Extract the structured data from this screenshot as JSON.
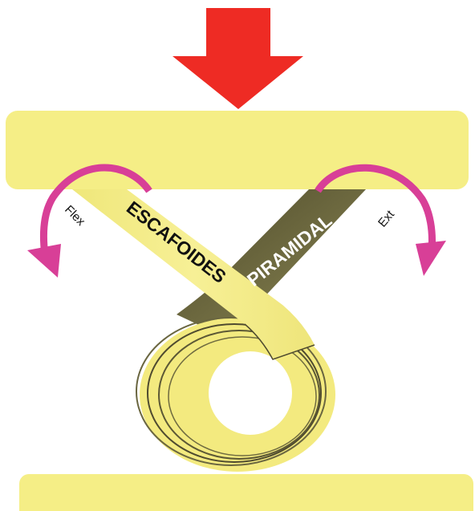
{
  "labels": {
    "scaphoid": "ESCAFOIDES",
    "triquetrum": "PIRAMIDAL",
    "flexion": "Flex",
    "extension": "Ext"
  },
  "colors": {
    "force_arrow": "#ee2b24",
    "bone_yellow": "#f5ee86",
    "bone_dark": "#6d6a3b",
    "rotation_arrow": "#d83f97",
    "outline": "#4f4b2f"
  },
  "icons": {
    "force": "down-arrow-icon",
    "flexion": "curved-arrow-left-icon",
    "extension": "curved-arrow-right-icon"
  }
}
